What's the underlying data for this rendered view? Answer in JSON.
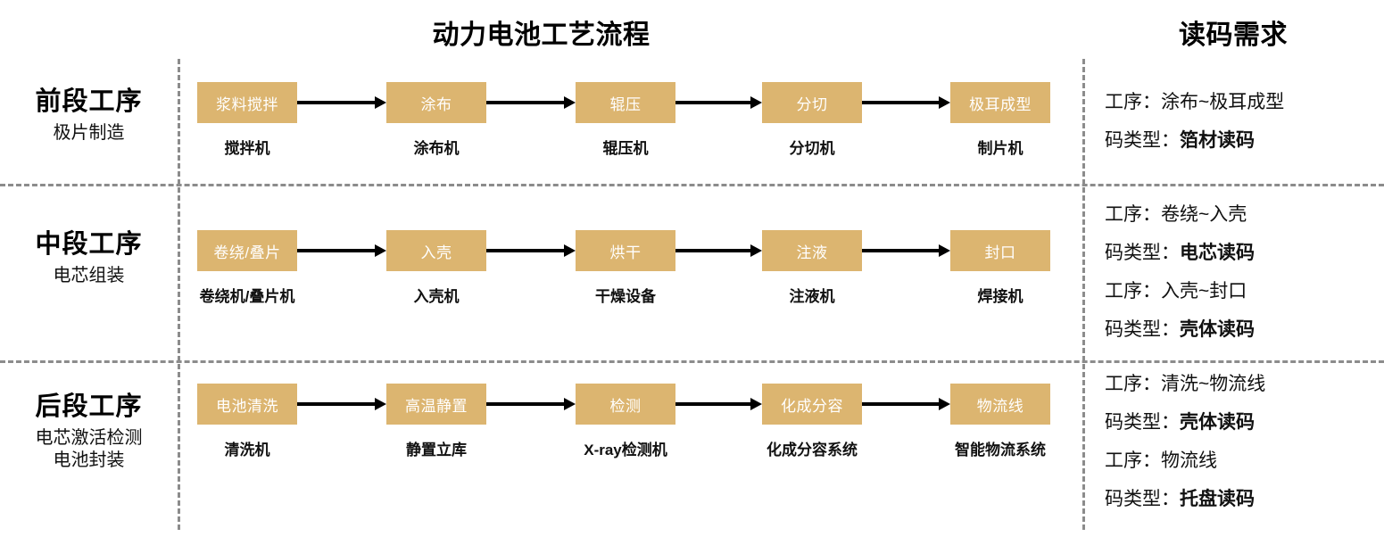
{
  "headers": {
    "flow_title": "动力电池工艺流程",
    "requirement_title": "读码需求"
  },
  "colors": {
    "node_fill": "#dcb570",
    "node_text": "#ffffff",
    "divider": "#8c8c8c",
    "arrow": "#000000",
    "text": "#111111"
  },
  "stages": [
    {
      "title": "前段工序",
      "subtitle": "极片制造",
      "nodes": [
        {
          "label": "浆料搅拌",
          "caption": "搅拌机"
        },
        {
          "label": "涂布",
          "caption": "涂布机"
        },
        {
          "label": "辊压",
          "caption": "辊压机"
        },
        {
          "label": "分切",
          "caption": "分切机"
        },
        {
          "label": "极耳成型",
          "caption": "制片机"
        }
      ],
      "requirements": [
        {
          "key": "工序：",
          "value": "涂布~极耳成型",
          "bold": false
        },
        {
          "key": "码类型：",
          "value": "箔材读码",
          "bold": true
        }
      ]
    },
    {
      "title": "中段工序",
      "subtitle": "电芯组装",
      "nodes": [
        {
          "label": "卷绕/叠片",
          "caption": "卷绕机/叠片机"
        },
        {
          "label": "入壳",
          "caption": "入壳机"
        },
        {
          "label": "烘干",
          "caption": "干燥设备"
        },
        {
          "label": "注液",
          "caption": "注液机"
        },
        {
          "label": "封口",
          "caption": "焊接机"
        }
      ],
      "requirements": [
        {
          "key": "工序：",
          "value": "卷绕~入壳",
          "bold": false
        },
        {
          "key": "码类型：",
          "value": "电芯读码",
          "bold": true
        },
        {
          "key": "工序：",
          "value": "入壳~封口",
          "bold": false
        },
        {
          "key": "码类型：",
          "value": "壳体读码",
          "bold": true
        }
      ]
    },
    {
      "title": "后段工序",
      "subtitle": "电芯激活检测\n电池封装",
      "nodes": [
        {
          "label": "电池清洗",
          "caption": "清洗机"
        },
        {
          "label": "高温静置",
          "caption": "静置立库"
        },
        {
          "label": "检测",
          "caption": "X-ray检测机"
        },
        {
          "label": "化成分容",
          "caption": "化成分容系统"
        },
        {
          "label": "物流线",
          "caption": "智能物流系统"
        }
      ],
      "requirements": [
        {
          "key": "工序：",
          "value": "清洗~物流线",
          "bold": false
        },
        {
          "key": "码类型：",
          "value": "壳体读码",
          "bold": true
        },
        {
          "key": "工序：",
          "value": "物流线",
          "bold": false
        },
        {
          "key": "码类型：",
          "value": "托盘读码",
          "bold": true
        }
      ]
    }
  ]
}
